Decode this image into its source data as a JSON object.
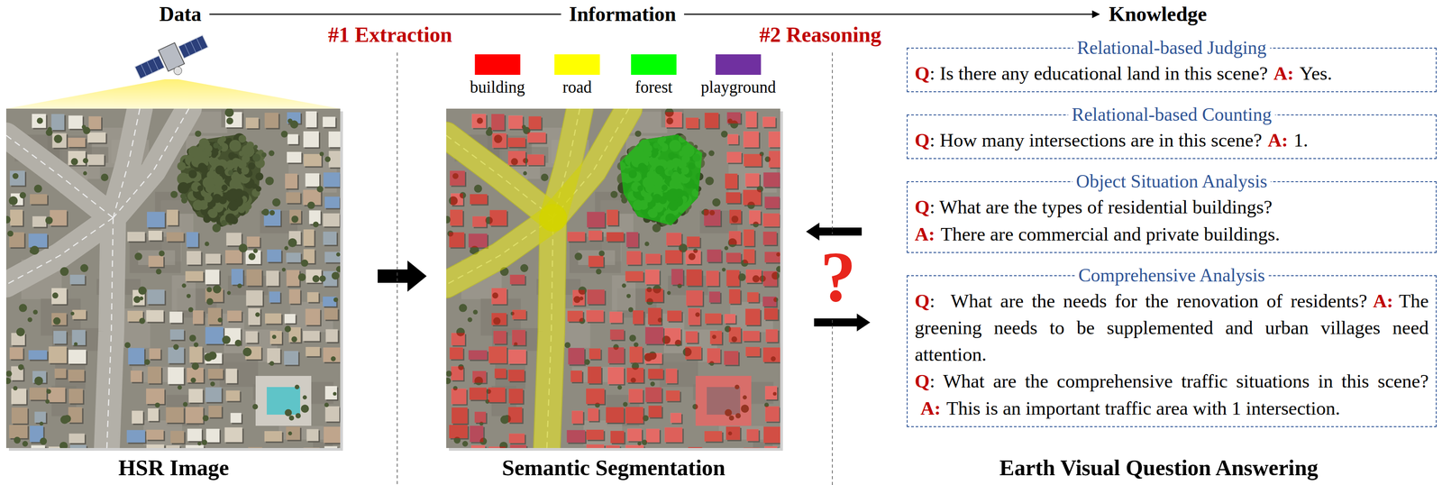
{
  "diagram": {
    "nodes": [
      {
        "text": [
          "Relational-based Judging",
          "Q",
          ": Is there any educational land in this scene?",
          "A:",
          "Yes."
        ]
      },
      {
        "text": [
          "Relational-based Counting",
          "Q",
          ": How many intersections are in this scene?",
          "A:",
          "1."
        ]
      },
      {
        "text": [
          "Object Situation Analysis",
          "Q",
          ": What are the types of residential buildings?",
          "A:",
          "There are commercial and private buildings."
        ]
      },
      {
        "text": [
          "Comprehensive Analysis",
          "Q",
          ":  What are the needs for the renovation of residents?",
          "A:",
          "The greening needs to be supplemented and urban villages need attention.",
          "Q",
          ": What are the comprehensive traffic situations in this scene?",
          "A:",
          "This is an important traffic area with 1 intersection."
        ]
      }
    ],
    "labels": [
      "Data",
      "#1 Extraction",
      "Information",
      "#2 Reasoning",
      "Knowledge",
      "?",
      "HSR Image",
      "Semantic Segmentation",
      "Earth Visual Question Answering"
    ],
    "legend": [
      {
        "text": "building",
        "color": "#ff0000"
      },
      {
        "text": "road",
        "color": "#ffff00"
      },
      {
        "text": "forest",
        "color": "#00ff00"
      },
      {
        "text": "playground",
        "color": "#7030a0"
      }
    ]
  }
}
